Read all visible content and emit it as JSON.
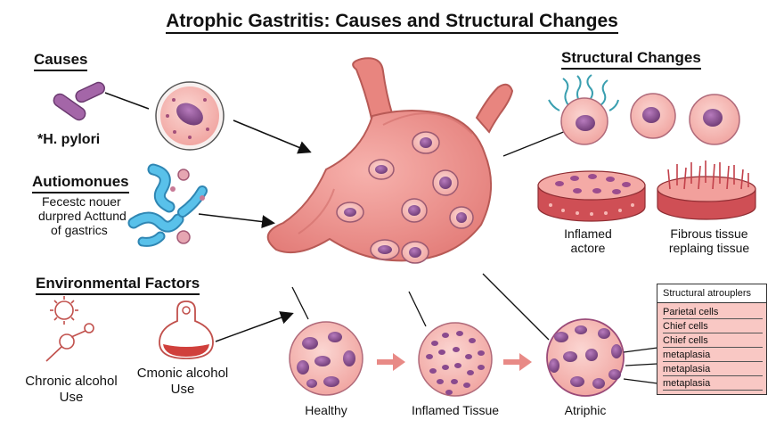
{
  "title": "Atrophic Gastritis: Causes and Structural Changes",
  "causes": {
    "heading": "Causes",
    "h_pylori_label": "*H. pylori",
    "autoimmune_heading": "Autiomonues",
    "autoimmune_desc": [
      "Fecestc nouer",
      "durpred Acttund",
      "of gastrics"
    ]
  },
  "environmental": {
    "heading": "Environmental Factors",
    "left_label": [
      "Chronic alcohol",
      "Use"
    ],
    "right_label": [
      "Cmonic alcohol",
      "Use"
    ]
  },
  "structural": {
    "heading": "Structural Changes",
    "inflamed_label": [
      "Inflamed",
      "actore"
    ],
    "fibrous_label": [
      "Fibrous tissue",
      "replaing tissue"
    ]
  },
  "progression": {
    "stages": [
      "Healthy",
      "Inflamed Tissue",
      "Atriphic"
    ]
  },
  "legend": {
    "title": "Structural atrouplers",
    "rows": [
      "Parietal cells",
      "Chief cells",
      "Chief cells",
      "metaplasia",
      "metaplasia",
      "metaplasia"
    ]
  },
  "colors": {
    "stomach": "#f0958f",
    "cell_purple": "#8a4a8e",
    "bacteria_purple": "#9a5a9e",
    "autoimmune_blue": "#4ab3e0",
    "cilia_teal": "#3a9fb0",
    "arrow_pink": "#e88a86"
  }
}
